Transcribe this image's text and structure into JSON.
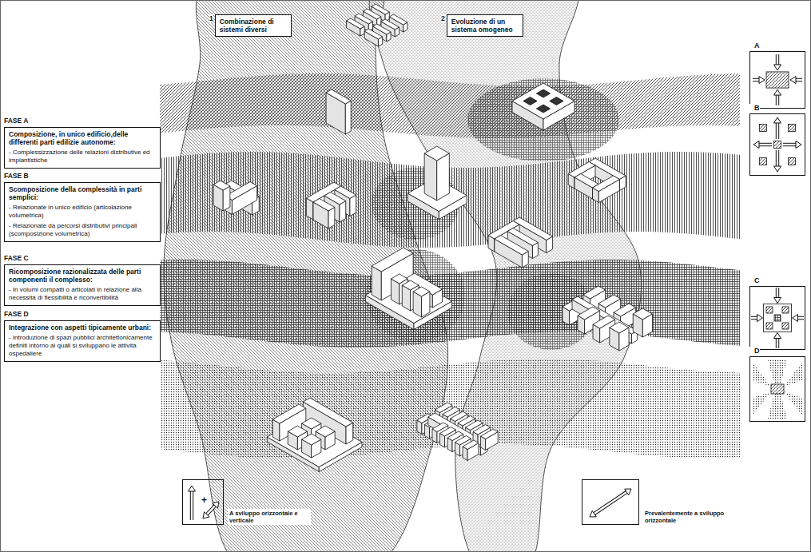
{
  "diagram": {
    "nodes": [
      {
        "text": [
          "1",
          "Combinazione di sistemi diversi"
        ]
      },
      {
        "text": [
          "2",
          "Evoluzione di un sistema omogeneo"
        ]
      },
      {
        "text": [
          "FASE A",
          "Composizione, in unico edificio,delle differenti parti edilizie autonome:",
          "- Complessizzazione delle relazioni distributive ed impiantistiche"
        ]
      },
      {
        "text": [
          "FASE B",
          "Scomposizione della complessità in parti semplici:",
          "- Relazionate in unico edificio (articolazione volumetrica)",
          "- Relazionate da percorsi distributivi principali (scomposizione volumetrica)"
        ]
      },
      {
        "text": [
          "FASE C",
          "Ricomposizione razionalizzata delle parti componenti il complesso:",
          "- In volumi compatti o articolati in relazione alla necessità di flessibilità e riconvertibilità"
        ]
      },
      {
        "text": [
          "FASE D",
          "Integrazione con aspetti tipicamente urbani:",
          "- Introduzione di spazi pubblici architettonicamente definiti intorno ai quali si sviluppano le attività ospedaliere"
        ]
      },
      {
        "text": [
          "A"
        ]
      },
      {
        "text": [
          "B"
        ]
      },
      {
        "text": [
          "C"
        ]
      },
      {
        "text": [
          "D"
        ]
      },
      {
        "text": [
          "+",
          "A sviluppo orizzontale e verticale"
        ]
      },
      {
        "text": [
          "Prevalentemente a sviluppo orizzontale"
        ]
      }
    ]
  }
}
